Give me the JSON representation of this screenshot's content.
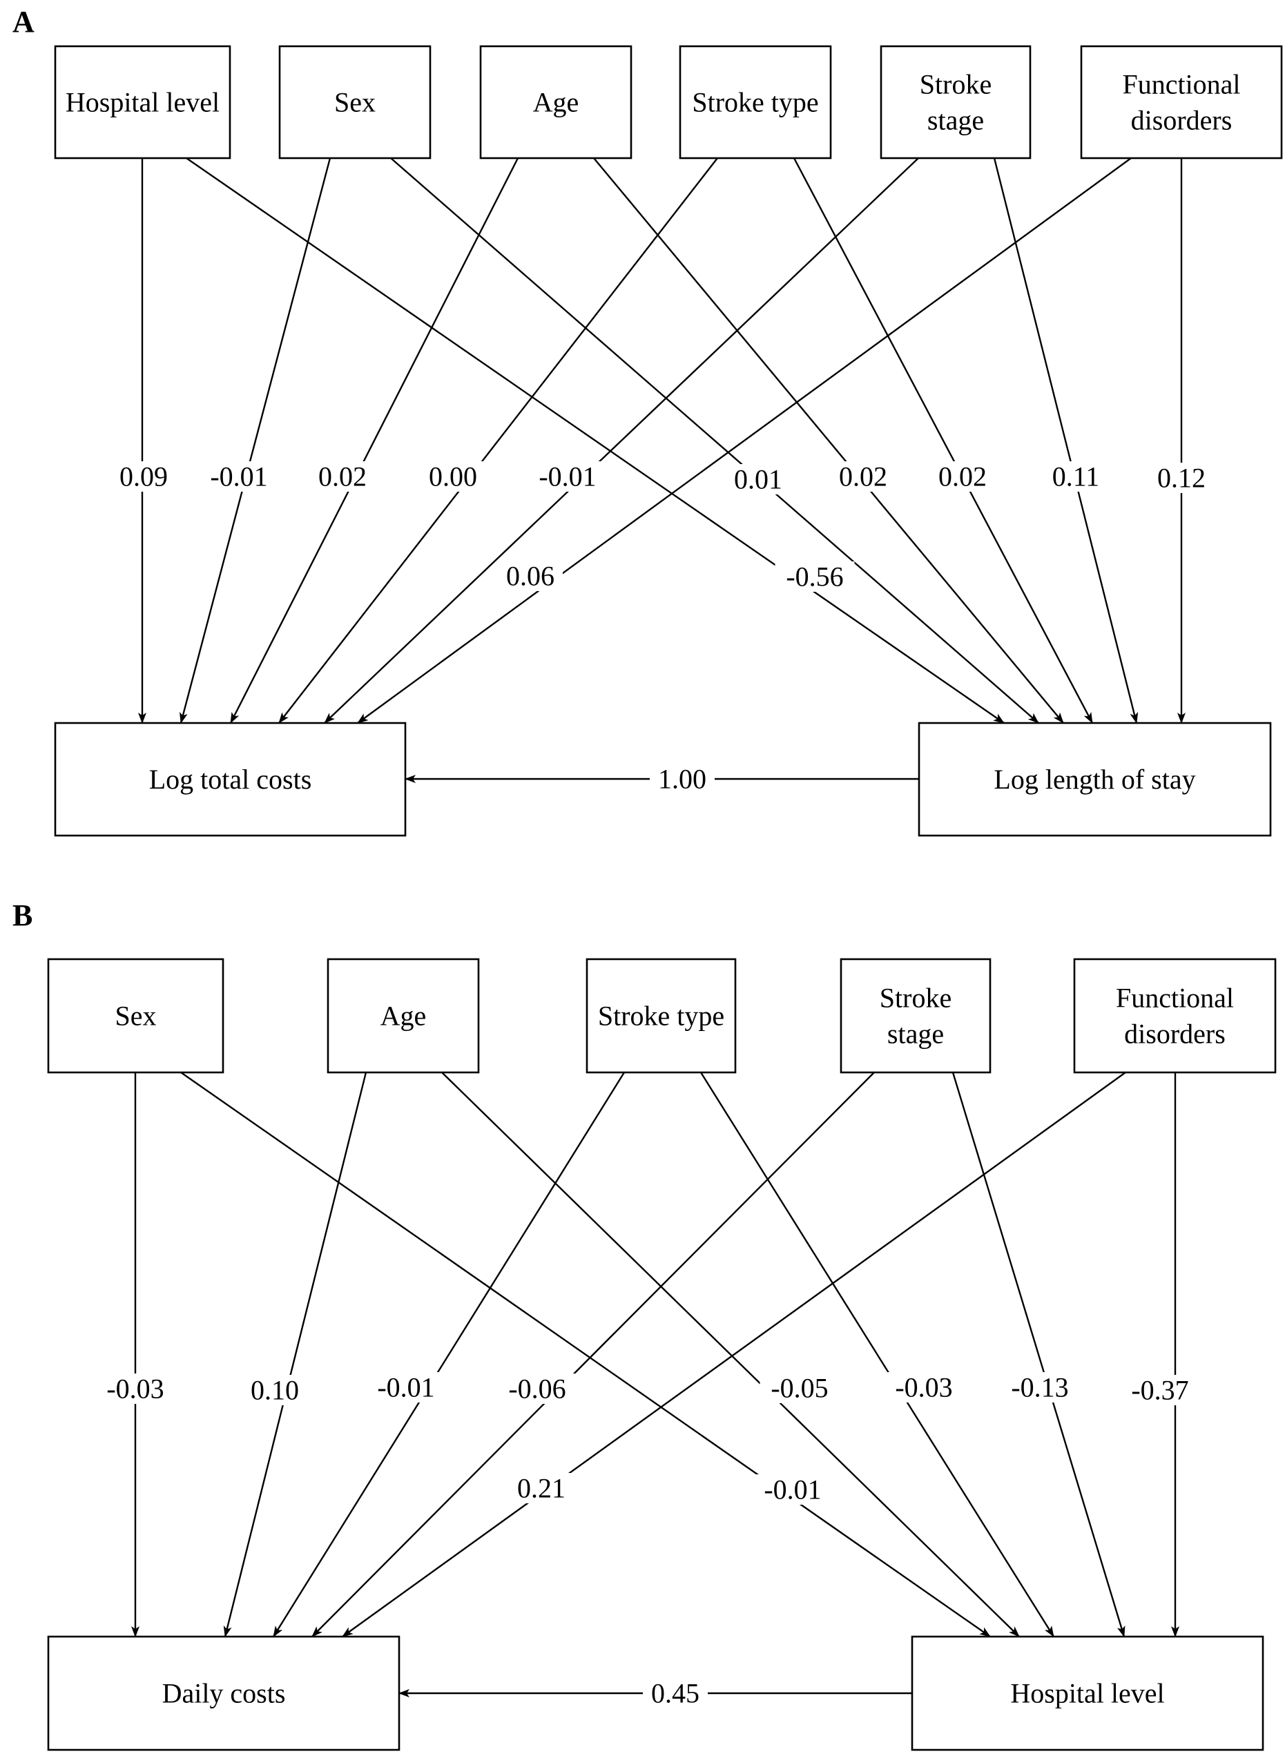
{
  "panels": [
    {
      "label": "A",
      "nodes": [
        {
          "id": "a_hospital",
          "lines": [
            "Hospital level"
          ]
        },
        {
          "id": "a_sex",
          "lines": [
            "Sex"
          ]
        },
        {
          "id": "a_age",
          "lines": [
            "Age"
          ]
        },
        {
          "id": "a_stroketype",
          "lines": [
            "Stroke type"
          ]
        },
        {
          "id": "a_strokestage",
          "lines": [
            "Stroke",
            "stage"
          ]
        },
        {
          "id": "a_functional",
          "lines": [
            "Functional",
            "disorders"
          ]
        },
        {
          "id": "a_totalcosts",
          "lines": [
            "Log total costs"
          ]
        },
        {
          "id": "a_los",
          "lines": [
            "Log length of stay"
          ]
        }
      ],
      "edges": [
        {
          "from": "a_hospital",
          "to": "a_totalcosts",
          "label": "0.09"
        },
        {
          "from": "a_sex",
          "to": "a_totalcosts",
          "label": "-0.01"
        },
        {
          "from": "a_age",
          "to": "a_totalcosts",
          "label": "0.02"
        },
        {
          "from": "a_stroketype",
          "to": "a_totalcosts",
          "label": "0.00"
        },
        {
          "from": "a_strokestage",
          "to": "a_totalcosts",
          "label": "-0.01"
        },
        {
          "from": "a_functional",
          "to": "a_totalcosts",
          "label": "0.06"
        },
        {
          "from": "a_hospital",
          "to": "a_los",
          "label": "-0.56"
        },
        {
          "from": "a_sex",
          "to": "a_los",
          "label": "0.01"
        },
        {
          "from": "a_age",
          "to": "a_los",
          "label": "0.02"
        },
        {
          "from": "a_stroketype",
          "to": "a_los",
          "label": "0.02"
        },
        {
          "from": "a_strokestage",
          "to": "a_los",
          "label": "0.11"
        },
        {
          "from": "a_functional",
          "to": "a_los",
          "label": "0.12"
        },
        {
          "from": "a_los",
          "to": "a_totalcosts",
          "label": "1.00"
        }
      ]
    },
    {
      "label": "B",
      "nodes": [
        {
          "id": "b_sex",
          "lines": [
            "Sex"
          ]
        },
        {
          "id": "b_age",
          "lines": [
            "Age"
          ]
        },
        {
          "id": "b_stroketype",
          "lines": [
            "Stroke type"
          ]
        },
        {
          "id": "b_strokestage",
          "lines": [
            "Stroke",
            "stage"
          ]
        },
        {
          "id": "b_functional",
          "lines": [
            "Functional",
            "disorders"
          ]
        },
        {
          "id": "b_dailycosts",
          "lines": [
            "Daily costs"
          ]
        },
        {
          "id": "b_hospital",
          "lines": [
            "Hospital level"
          ]
        }
      ],
      "edges": [
        {
          "from": "b_sex",
          "to": "b_dailycosts",
          "label": "-0.03"
        },
        {
          "from": "b_age",
          "to": "b_dailycosts",
          "label": "0.10"
        },
        {
          "from": "b_stroketype",
          "to": "b_dailycosts",
          "label": "-0.01"
        },
        {
          "from": "b_strokestage",
          "to": "b_dailycosts",
          "label": "-0.06"
        },
        {
          "from": "b_functional",
          "to": "b_dailycosts",
          "label": "0.21"
        },
        {
          "from": "b_sex",
          "to": "b_hospital",
          "label": "-0.01"
        },
        {
          "from": "b_age",
          "to": "b_hospital",
          "label": "-0.05"
        },
        {
          "from": "b_stroketype",
          "to": "b_hospital",
          "label": "-0.03"
        },
        {
          "from": "b_strokestage",
          "to": "b_hospital",
          "label": "-0.13"
        },
        {
          "from": "b_functional",
          "to": "b_hospital",
          "label": "-0.37"
        },
        {
          "from": "b_hospital",
          "to": "b_dailycosts",
          "label": "0.45"
        }
      ]
    }
  ]
}
